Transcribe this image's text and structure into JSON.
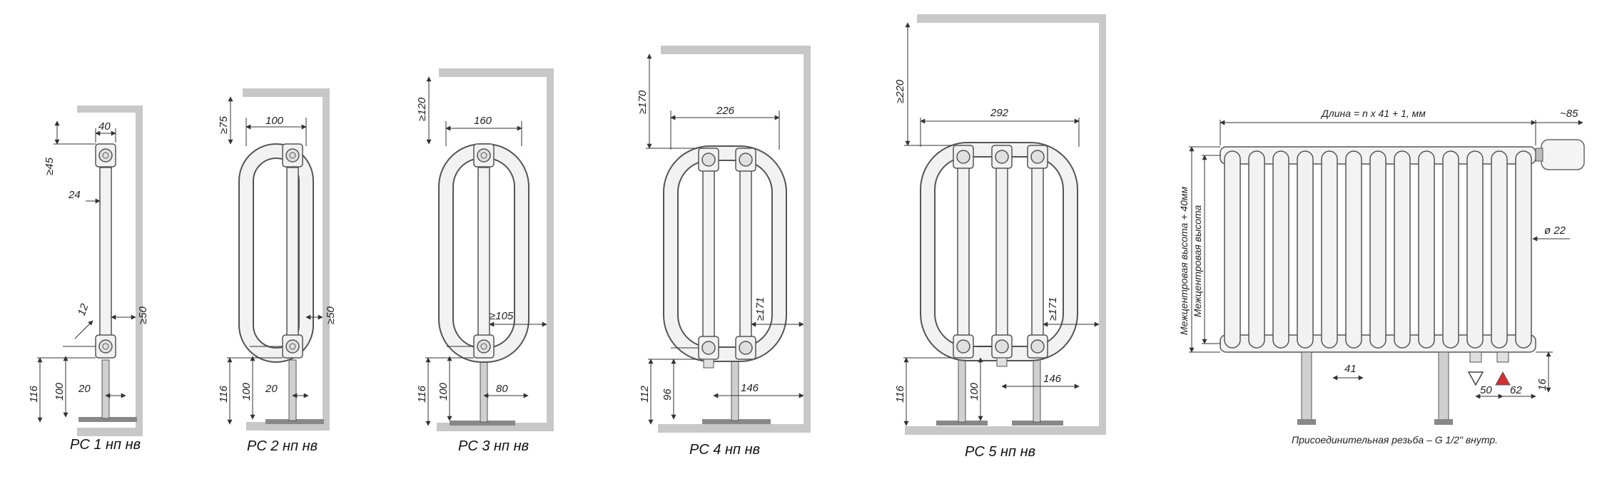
{
  "colors": {
    "wall": "#c8c8c8",
    "stroke": "#555555",
    "pipe_fill": "#f2f2f2",
    "valve_marker": "#d32f2f"
  },
  "models": [
    {
      "caption": "РС 1 нп нв",
      "top_gap": "≥45",
      "width": "40",
      "side": "24",
      "wall_gap": "≥50",
      "diam": "12",
      "h_total": "116",
      "h_axis": "100",
      "offset": "20"
    },
    {
      "caption": "РС 2 нп нв",
      "top_gap": "≥75",
      "width": "100",
      "wall_gap": "≥50",
      "h_total": "116",
      "h_axis": "100",
      "offset": "20"
    },
    {
      "caption": "РС 3 нп нв",
      "top_gap": "≥120",
      "width": "160",
      "wall_gap": "≥105",
      "h_total": "116",
      "h_axis": "100",
      "offset": "80"
    },
    {
      "caption": "РС 4 нп нв",
      "top_gap": "≥170",
      "width": "226",
      "wall_gap": "≥171",
      "h_total": "112",
      "h_axis": "96",
      "offset": "146"
    },
    {
      "caption": "РС 5 нп нв",
      "top_gap": "≥220",
      "width": "292",
      "wall_gap": "≥171",
      "h_total": "116",
      "h_axis": "100",
      "offset": "146"
    }
  ],
  "front": {
    "length_formula": "Длина = n x 41 + 1, мм",
    "end_offset": "~85",
    "height_outer": "Межцентровая высота + 40мм",
    "height_inner": "Межцентровая высота",
    "pipe_diam": "ø 22",
    "pitch": "41",
    "conn_a": "50",
    "conn_b": "62",
    "foot_h": "16",
    "thread_note": "Присоединительная резьба – G 1/2\" внутр."
  }
}
